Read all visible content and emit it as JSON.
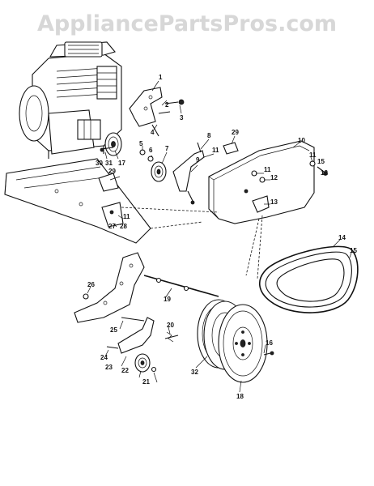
{
  "watermark": "AppliancePartsPros.com",
  "part_labels": [
    "1",
    "2",
    "3",
    "4",
    "5",
    "6",
    "7",
    "8",
    "9",
    "10",
    "11",
    "11",
    "11",
    "11",
    "12",
    "12",
    "13",
    "14",
    "15",
    "15",
    "16",
    "17",
    "18",
    "19",
    "20",
    "21",
    "22",
    "23",
    "24",
    "25",
    "26",
    "27",
    "28",
    "29",
    "29",
    "30",
    "31",
    "32"
  ]
}
